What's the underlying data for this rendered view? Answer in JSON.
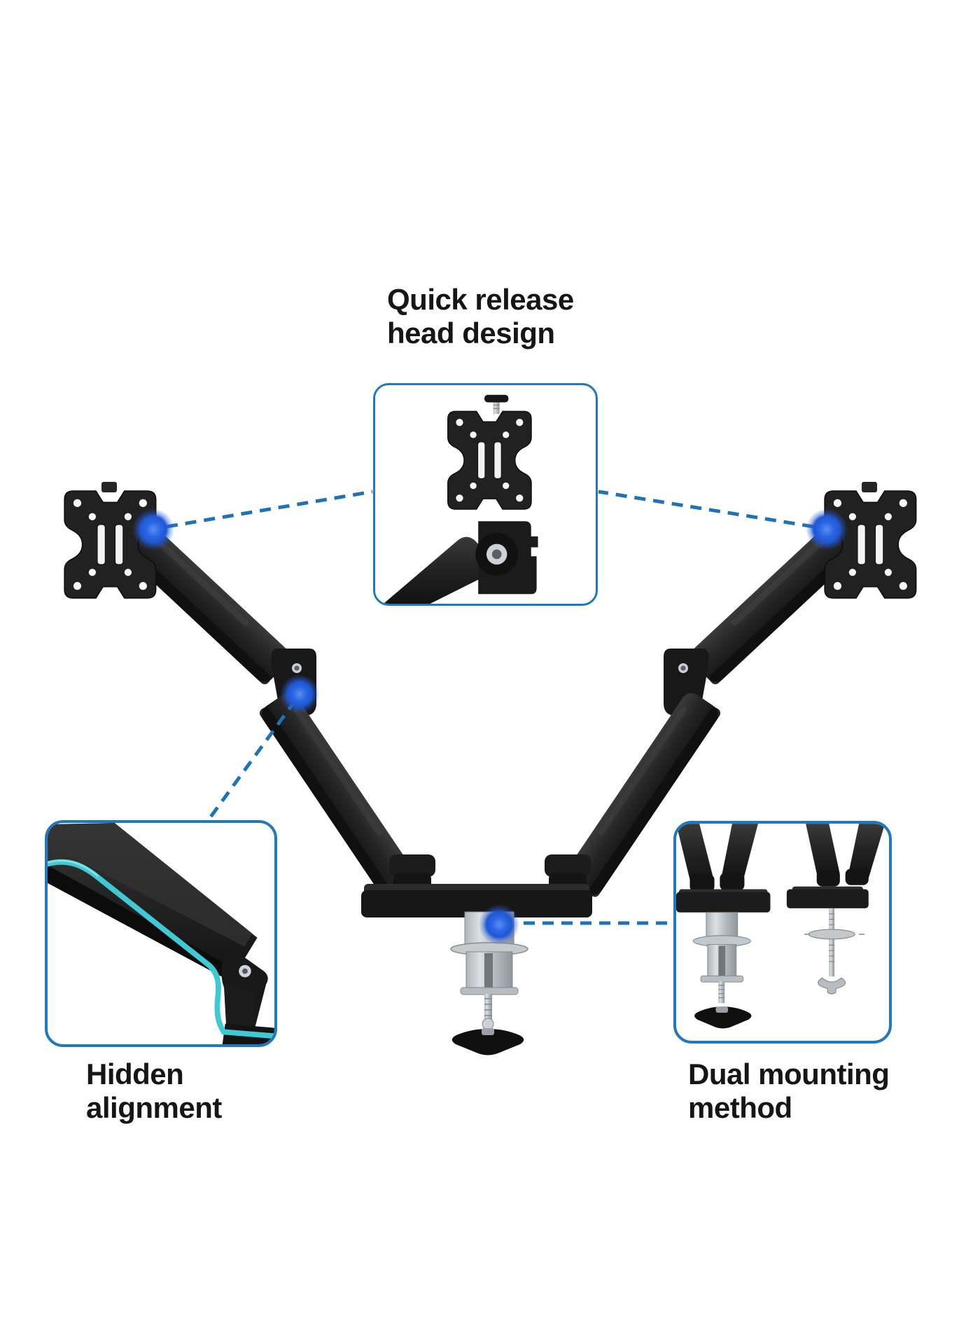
{
  "page": {
    "background_color": "#ffffff",
    "description": "Dual monitor desk mount gas-spring arm — product feature callout diagram"
  },
  "colors": {
    "callout_border_blue": "#2078bf",
    "connector_dash_blue": "#1e73b8",
    "marker_dot_blue": "#2563e0",
    "cable_teal": "#3ec9d3",
    "product_black": "#1d1d1d",
    "clamp_silver": "#c3c8cc",
    "label_text": "#161616"
  },
  "callouts": {
    "quick_release": {
      "lines": [
        "Quick release",
        "head design"
      ],
      "icon": "vesa-quick-release-detail-icon"
    },
    "hidden_alignment": {
      "lines": [
        "Hidden",
        "alignment"
      ],
      "icon": "hidden-cable-routing-detail-icon"
    },
    "dual_mounting": {
      "lines": [
        "Dual mounting",
        "method"
      ],
      "icon": "clamp-grommet-mounting-detail-icon"
    }
  }
}
